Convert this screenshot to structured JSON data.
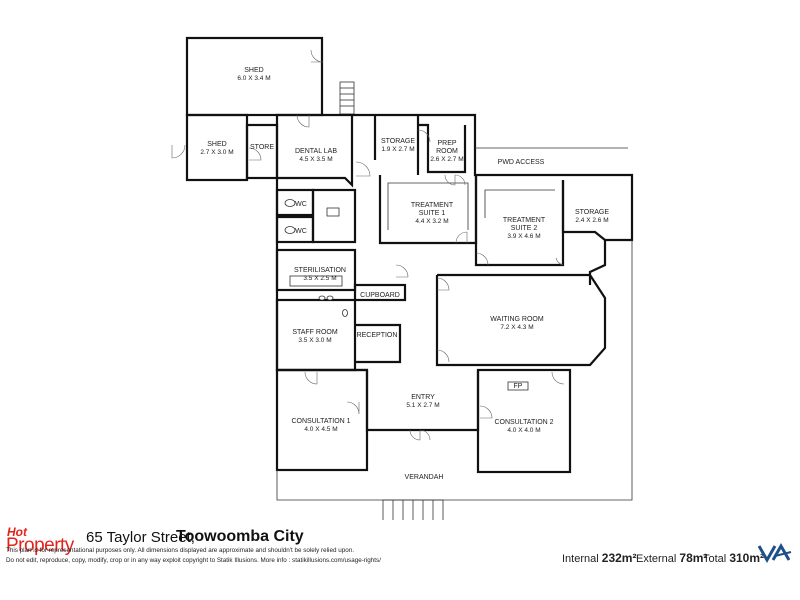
{
  "rooms": {
    "shed_large": {
      "name": "SHED",
      "dims": "6.0 X 3.4 M"
    },
    "shed_small": {
      "name": "SHED",
      "dims": "2.7 X 3.0 M"
    },
    "store": {
      "name": "STORE"
    },
    "dental_lab": {
      "name": "DENTAL LAB",
      "dims": "4.5 X 3.5 M"
    },
    "storage_top": {
      "name": "STORAGE",
      "dims": "1.9 X 2.7 M"
    },
    "prep_room": {
      "name_line1": "PREP",
      "name_line2": "ROOM",
      "dims": "2.6 X 2.7 M"
    },
    "pwd_access": {
      "name": "PWD ACCESS"
    },
    "wc1": {
      "name": "WC"
    },
    "wc2": {
      "name": "WC"
    },
    "treatment1": {
      "name_line1": "TREATMENT",
      "name_line2": "SUITE 1",
      "dims": "4.4 X 3.2 M"
    },
    "treatment2": {
      "name_line1": "TREATMENT",
      "name_line2": "SUITE 2",
      "dims": "3.9 X 4.6 M"
    },
    "storage_right": {
      "name": "STORAGE",
      "dims": "2.4 X 2.6 M"
    },
    "sterilisation": {
      "name": "STERILISATION",
      "dims": "3.5 X 2.5 M"
    },
    "cupboard": {
      "name": "CUPBOARD"
    },
    "waiting_room": {
      "name": "WAITING ROOM",
      "dims": "7.2 X 4.3 M"
    },
    "staff_room": {
      "name": "STAFF ROOM",
      "dims": "3.5 X 3.0 M"
    },
    "reception": {
      "name": "RECEPTION"
    },
    "entry": {
      "name": "ENTRY",
      "dims": "5.1 X 2.7 M"
    },
    "fp": {
      "name": "FP"
    },
    "consultation1": {
      "name": "CONSULTATION 1",
      "dims": "4.0 X 4.5 M"
    },
    "consultation2": {
      "name": "CONSULTATION 2",
      "dims": "4.0 X 4.0 M"
    },
    "verandah": {
      "name": "VERANDAH"
    }
  },
  "footer": {
    "brand_hot": "Hot",
    "brand_property": "Property",
    "address_street": "65 Taylor Street,",
    "address_city": "Toowoomba City",
    "disclaimer_1": "This plan is for representational purposes only. All dimensions displayed are approximate and shouldn't be solely relied upon.",
    "disclaimer_2": "Do not edit, reproduce, copy, modify, crop or in any way exploit copyright to Statik Illusions. More info : statikillusions.com/usage-rights/",
    "internal_label": "Internal",
    "internal_value": "232m²",
    "external_label": "External",
    "external_value": "78m²",
    "total_label": "Total",
    "total_value": "310m²"
  },
  "colors": {
    "brand_red": "#e2231a",
    "wall": "#111111"
  }
}
